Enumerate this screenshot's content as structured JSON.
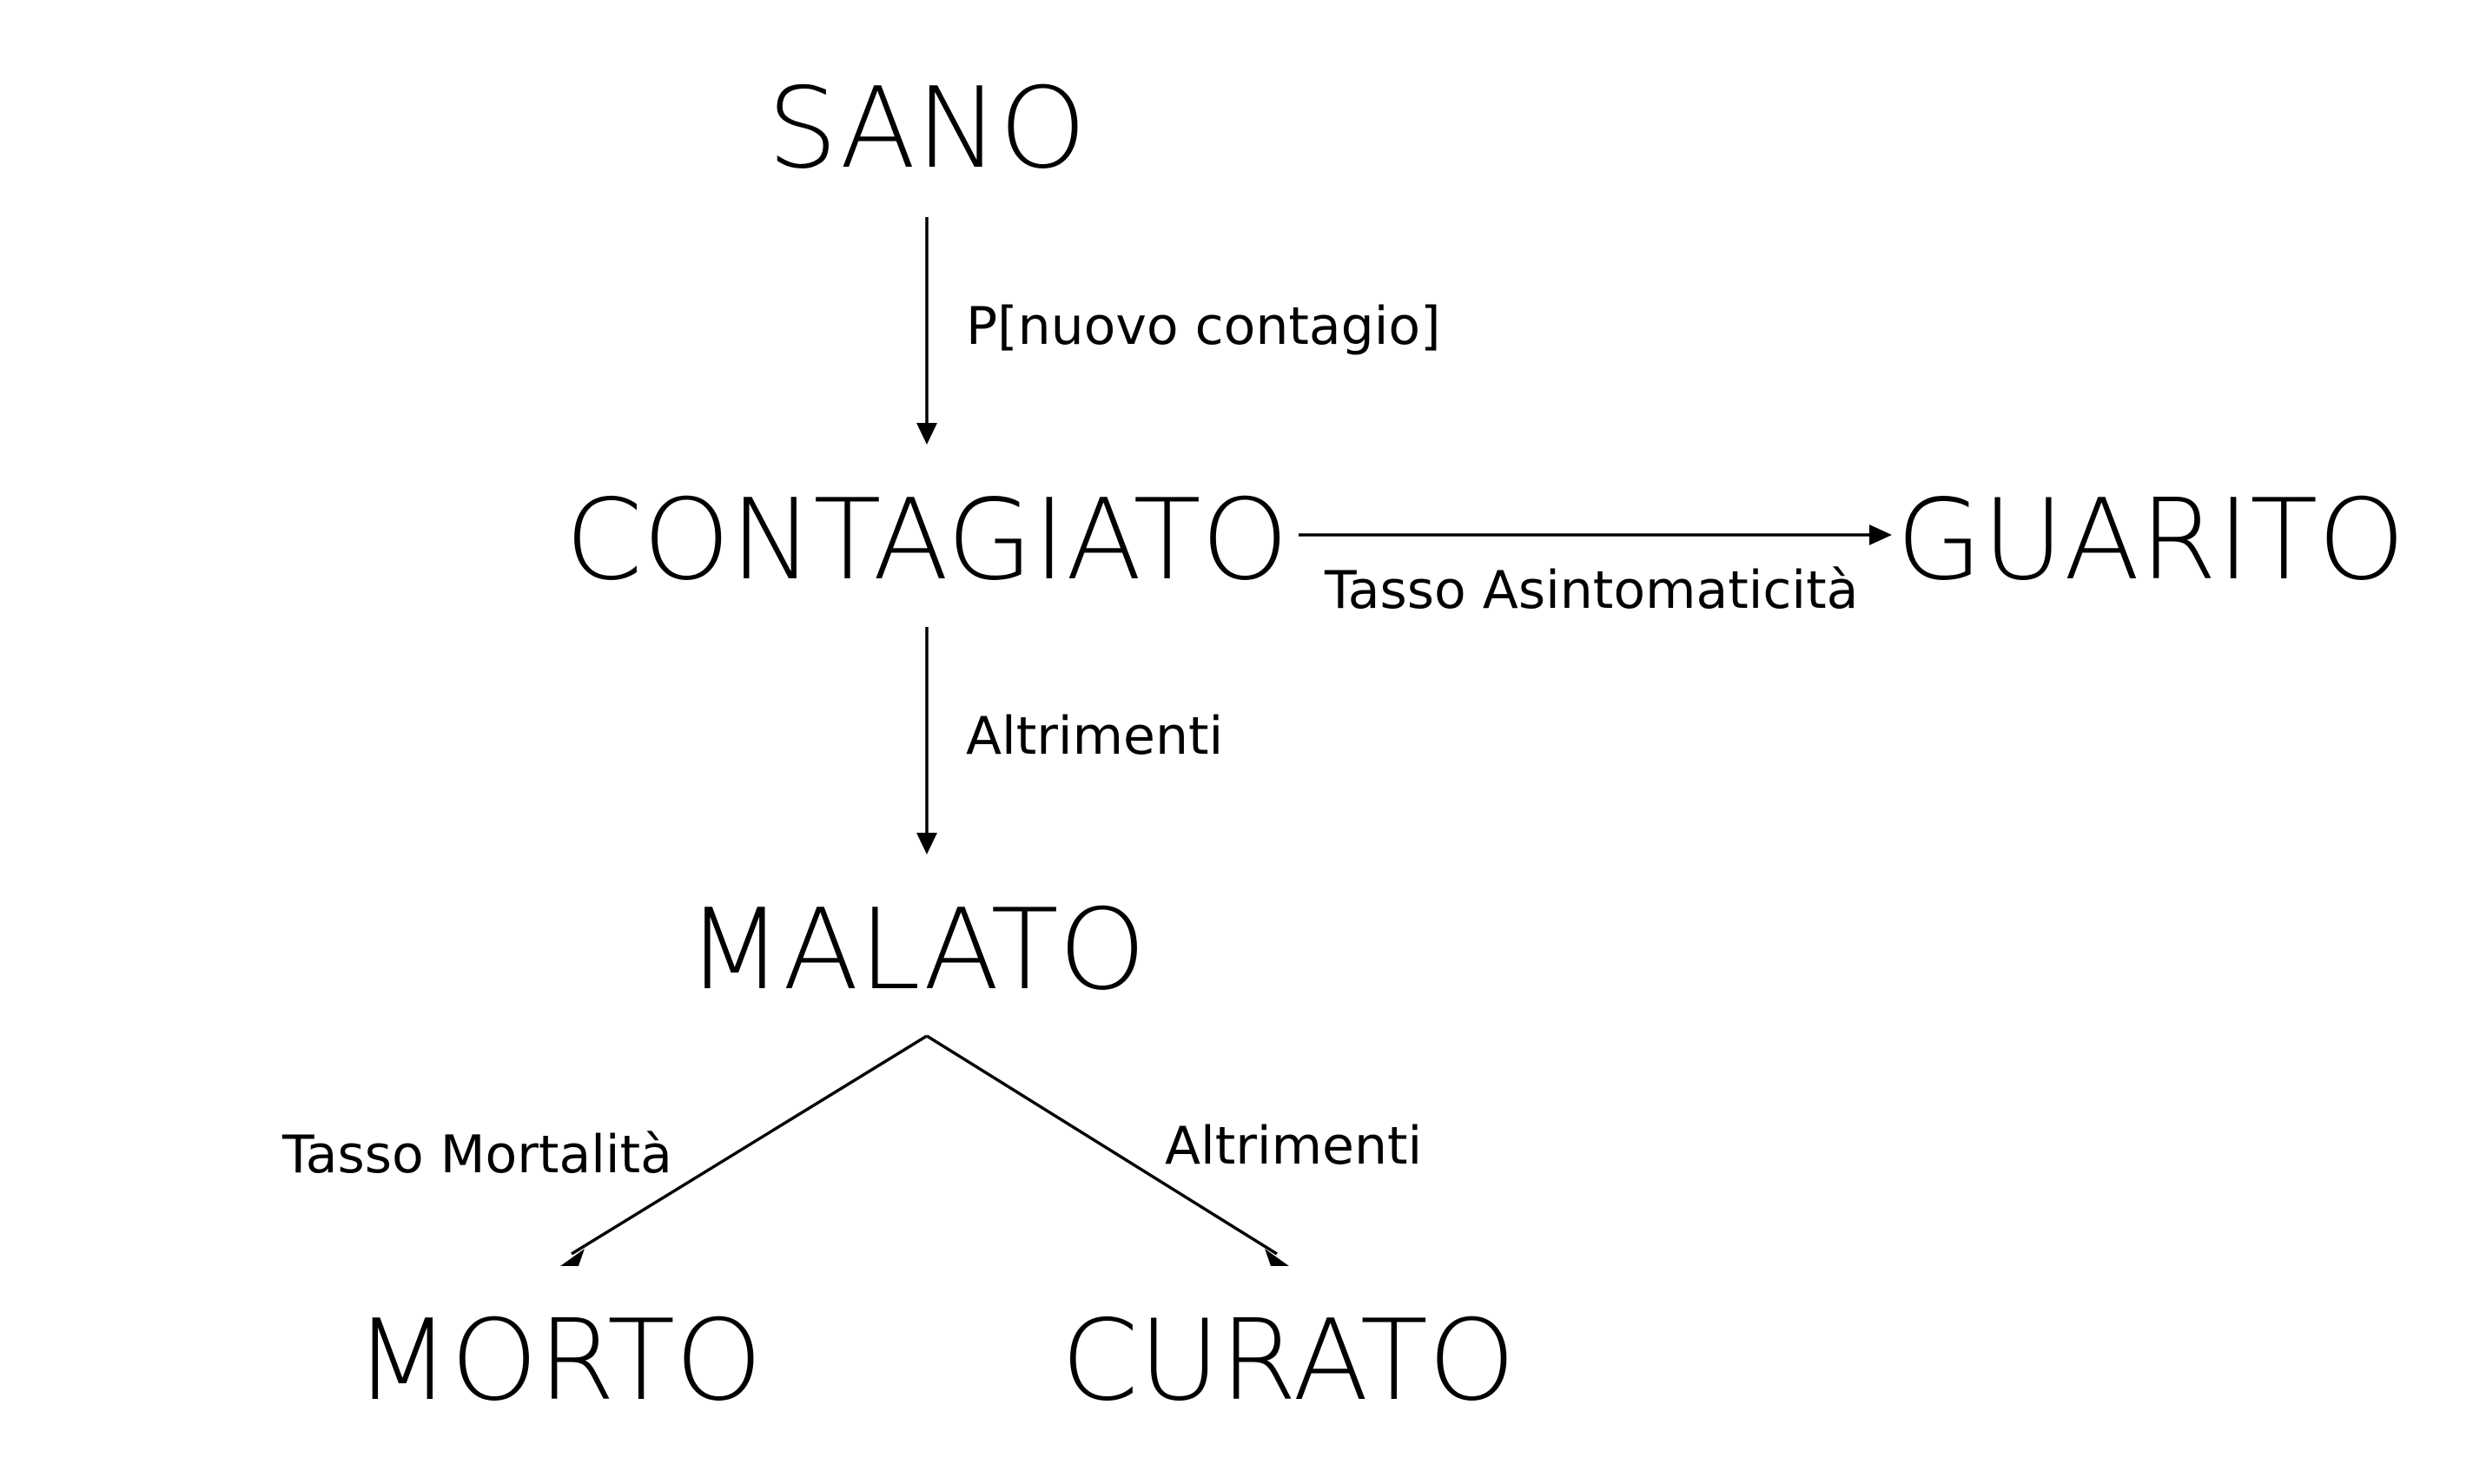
{
  "nodes": {
    "sano": "SANO",
    "contagiato": "CONTAGIATO",
    "guarito": "GUARITO",
    "malato": "MALATO",
    "morto": "MORTO",
    "curato": "CURATO"
  },
  "edges": {
    "sano_to_contagiato": "P[nuovo contagio]",
    "contagiato_to_guarito": "Tasso Asintomaticità",
    "contagiato_to_malato": "Altrimenti",
    "malato_to_morto": "Tasso Mortalità",
    "malato_to_curato": "Altrimenti"
  }
}
